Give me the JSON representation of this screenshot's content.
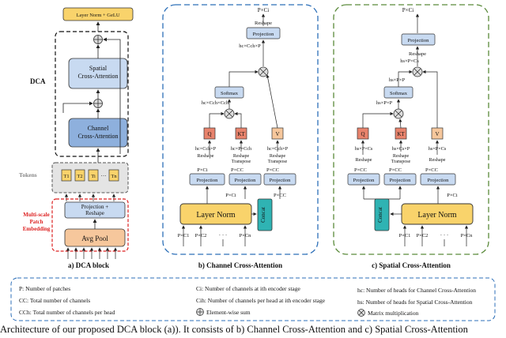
{
  "dca": {
    "top_label": "Layer Norm + GeLU",
    "spatial_block": "Spatial Cross-Attention",
    "channel_block": "Channel Cross-Attention",
    "dca_label": "DCA",
    "tokens_label": "Tokens",
    "tokens": [
      "T1",
      "T2",
      "Ti",
      "Tn"
    ],
    "tokens_dots": "···",
    "projection": "Projection + Reshape",
    "embed_label": "Multi-scale Patch Embedding",
    "avg_pool": "Avg Pool",
    "sublabel": "a) DCA block"
  },
  "channel": {
    "out": "P×Ci",
    "reshape_top": "Reshape",
    "projection_top": "Projection",
    "hc_dim": "hc×Cch×P",
    "softmax": "Softmax",
    "hc_cch": "hc×Cch×Cch",
    "q": "Q",
    "k": "KT",
    "v": "V",
    "dim_q": "hc×Cch×P",
    "dim_k": "hc×P×Cch",
    "dim_v": "hc×Cch×P",
    "reshape": "Reshape",
    "reshape_transpose": "Reshape Transpose",
    "pci": "P×Ci",
    "pcc": "P×CC",
    "projection": "Projection",
    "pcc2": "P×CC",
    "layer_norm": "Layer Norm",
    "concat": "Concat",
    "inputs": [
      "P×C1",
      "P×C2",
      "P×Cn"
    ],
    "dots": "· · ·",
    "sublabel": "b) Channel Cross-Attention"
  },
  "spatial": {
    "out": "P×Ci",
    "projection_top": "Projection",
    "reshape_top": "Reshape",
    "hs_dim": "hs×P×Cs",
    "softmax": "Softmax",
    "hs_pp": "hs×P×P",
    "q": "Q",
    "k": "KT",
    "v": "V",
    "dim_q": "hs×P×Cs",
    "dim_k": "hs×Cs×P",
    "dim_v": "hs×P×Cs",
    "reshape": "Reshape",
    "reshape_transpose": "Reshape Transpose",
    "pcc": "P×CC",
    "projection": "Projection",
    "pci": "P×Ci",
    "concat": "Concat",
    "layer_norm": "Layer Norm",
    "inputs": [
      "P×C1",
      "P×C2",
      "P×Cn"
    ],
    "dots": "· · ·",
    "sublabel": "c) Spatial Cross-Attention"
  },
  "legend": {
    "p": "P: Number of patches",
    "cc": "CC: Total number of channels",
    "cch": "CCh: Total number of channels per head",
    "ci": "Ci: Number of channels at ith encoder stage",
    "cih": "Cih: Number of channels per head at ith encoder stage",
    "sum": "Element-wise sum",
    "hc": "hc: Number of heads for Channel Cross-Attention",
    "hs": "hs: Number of heads for Spatial Cross-Attention",
    "mult": "Matrix multiplication"
  },
  "caption": "Architecture of our proposed DCA block (a)). It consists of b) Channel Cross-Attention and c) Spatial Cross-Attention",
  "colors": {
    "yellow": "#f9d36b",
    "blue": "#c8daf1",
    "blue_dark": "#8eb0dd",
    "orange": "#f6c79c",
    "red_q": "#e8836c",
    "teal": "#2fb3b3",
    "dash_blue": "#2c6fb8",
    "dash_green": "#5a8a3a"
  }
}
